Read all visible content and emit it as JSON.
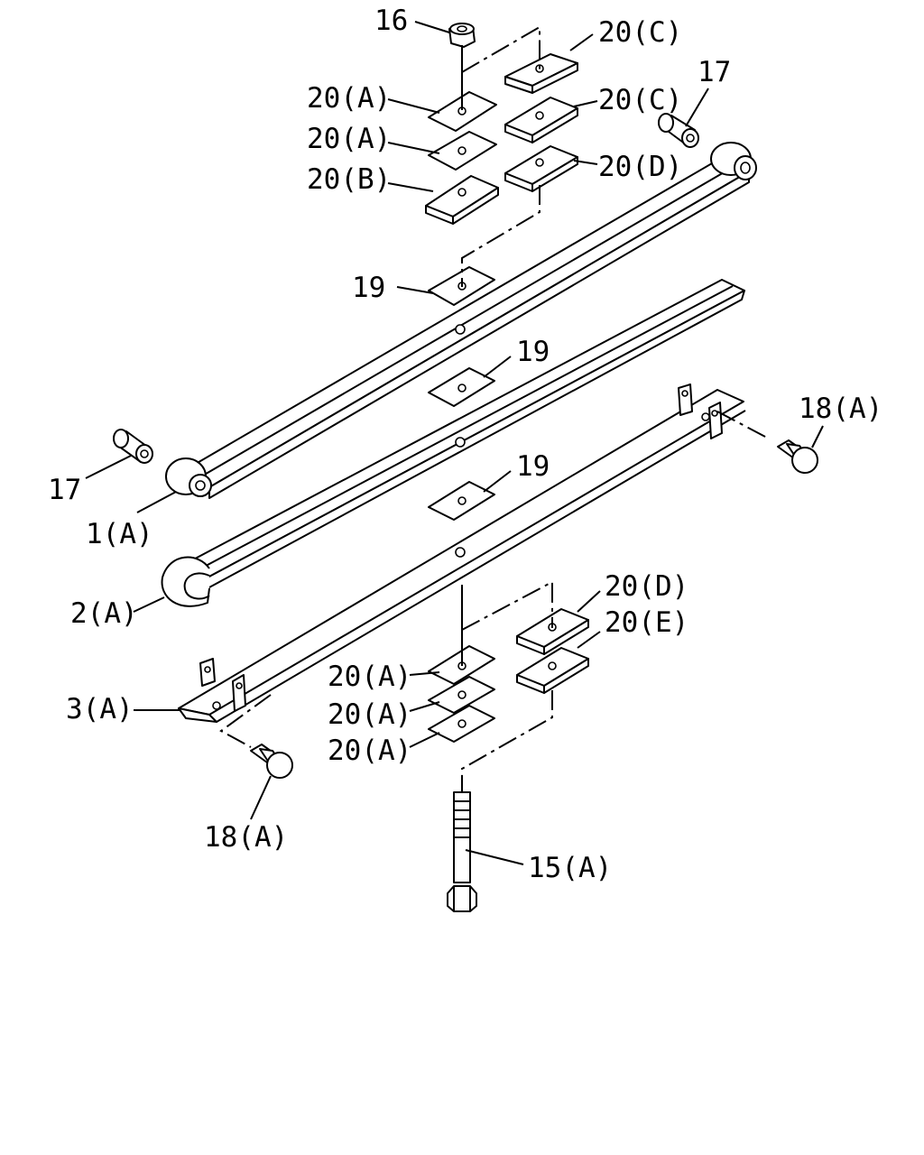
{
  "callouts": {
    "c16": "16",
    "c20c_top": "20(C)",
    "c17_right": "17",
    "c20a_1": "20(A)",
    "c20c_2": "20(C)",
    "c20a_2": "20(A)",
    "c20d_top": "20(D)",
    "c20b": "20(B)",
    "c19_1": "19",
    "c19_2": "19",
    "c18a_right": "18(A)",
    "c17_left": "17",
    "c1a": "1(A)",
    "c19_3": "19",
    "c2a": "2(A)",
    "c20d_bot": "20(D)",
    "c20e": "20(E)",
    "c3a": "3(A)",
    "c20a_3": "20(A)",
    "c20a_4": "20(A)",
    "c20a_5": "20(A)",
    "c18a_left": "18(A)",
    "c15a": "15(A)"
  }
}
